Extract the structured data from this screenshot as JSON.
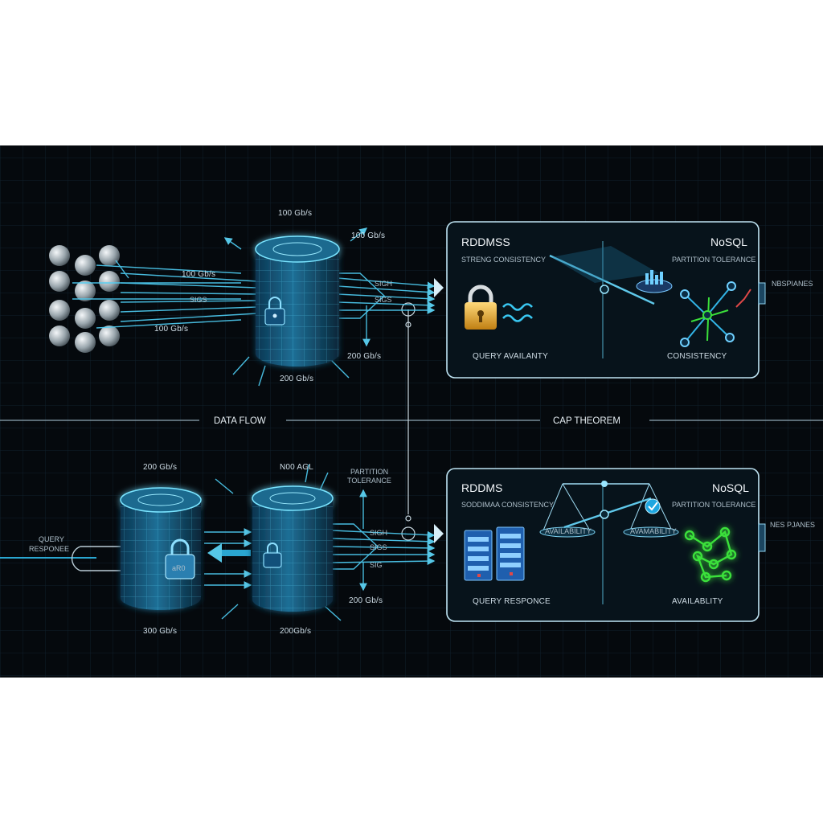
{
  "sections": {
    "left": "DATA FLOW",
    "right": "CAP THEOREM"
  },
  "top_flow": {
    "rate_top": "100 Gb/s",
    "rate_top_right": "100 Gb/s",
    "rate_in_upper": "100 Gb/s",
    "rate_in_lower": "100 Gb/s",
    "rate_bottom": "200 Gb/s",
    "rate_bottom_right": "200 Gb/s",
    "out_tag_1": "SIGH",
    "out_tag_2": "SIGS",
    "in_tag_1": "SIGS"
  },
  "bottom_flow": {
    "rate_top_left": "200 Gb/s",
    "db_label": "N00 AGL",
    "partition_line1": "PARTITION",
    "partition_line2": "TOLERANCE",
    "query_line1": "QUERY",
    "query_line2": "RESPONEE",
    "rate_bottom_left": "300 Gb/s",
    "rate_bottom_mid": "200Gb/s",
    "rate_bottom_right": "200 Gb/s",
    "lock_text": "aR0",
    "tag_1": "SIGH",
    "tag_2": "SIGS",
    "tag_3": "SIG"
  },
  "cap_top": {
    "left_title": "RDDMSS",
    "left_sub": "STRENG CONSISTENCY",
    "right_title": "NoSQL",
    "right_sub": "PARTITION TOLERANCE",
    "left_caption": "QUERY AVAILANTY",
    "right_caption": "CONSISTENCY",
    "side_tag": "NBSPIANES"
  },
  "cap_bottom": {
    "left_title": "RDDMS",
    "left_sub": "SODDIMAA CONSISTENCY",
    "right_title": "NoSQL",
    "right_sub": "PARTITION TOLERANCE",
    "scale_left": "AVAILABILITY",
    "scale_right": "AVAMABILITY",
    "left_caption": "QUERY RESPONCE",
    "right_caption": "AVAILABLITY",
    "side_tag": "NES PJANES"
  },
  "colors": {
    "background": "#05090d",
    "grid": "#10202a",
    "glow": "#2fd3ff",
    "lock": "#e8b13a",
    "green": "#3be03b"
  }
}
